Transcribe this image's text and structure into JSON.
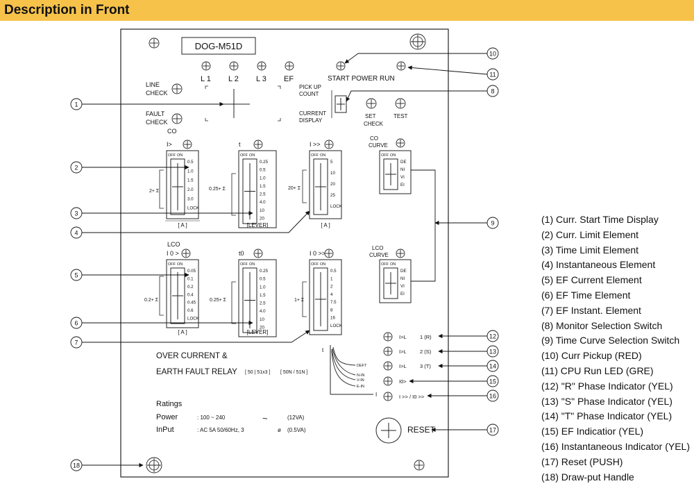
{
  "header": {
    "title": "Description in Front"
  },
  "panel": {
    "model": "DOG-M51D",
    "phases": [
      "L 1",
      "L 2",
      "L 3",
      "EF"
    ],
    "line_check": [
      "LINE",
      "CHECK"
    ],
    "fault_check": [
      "FAULT",
      "CHECK"
    ],
    "pickup_count": [
      "PICK UP",
      "COUNT"
    ],
    "current_display": [
      "CURRENT",
      "DISPLAY"
    ],
    "start_power_run": "START POWER RUN",
    "set_check": [
      "SET",
      "CHECK"
    ],
    "test": "TEST",
    "co": "CO",
    "lco": "LCO",
    "co_curve": [
      "CO",
      "CURVE"
    ],
    "lco_curve": [
      "LCO",
      "CURVE"
    ],
    "off": "OFF",
    "on": "ON",
    "switches": {
      "co_i": {
        "label": "I>",
        "base": "2+ Σ",
        "values": [
          "0.5",
          "1.0",
          "1.5",
          "2.0",
          "3.0",
          "LOCK"
        ],
        "unit": "[ A ]"
      },
      "co_t": {
        "label": "t",
        "base": "0.25+ Σ",
        "values": [
          "0.25",
          "0.5",
          "1.0",
          "1.5",
          "2.5",
          "4.0",
          "10",
          "20"
        ],
        "unit": "[LEVER]"
      },
      "co_inst": {
        "label": "I >>",
        "base": "20+ Σ",
        "values": [
          "5",
          "10",
          "20",
          "25",
          "LOCK"
        ],
        "unit": "[ A ]"
      },
      "co_curve": {
        "values": [
          "DE",
          "NI",
          "VI",
          "EI"
        ]
      },
      "lco_i": {
        "label": "I 0 >",
        "base": "0.2+ Σ",
        "values": [
          "0.05",
          "0.1",
          "0.2",
          "0.4",
          "0.45",
          "0.6",
          "LOCK"
        ],
        "unit": "[ A ]"
      },
      "lco_t": {
        "label": "t0",
        "base": "0.25+ Σ",
        "values": [
          "0.25",
          "0.5",
          "1.0",
          "1.5",
          "2.5",
          "4.0",
          "10",
          "20"
        ],
        "unit": "[LEVER]"
      },
      "lco_inst": {
        "label": "I 0 >>",
        "base": "1+ Σ",
        "values": [
          "0.5",
          "1",
          "2",
          "4",
          "7.5",
          "8",
          "16",
          "LOCK"
        ],
        "unit": ""
      },
      "lco_curve": {
        "values": [
          "DE",
          "NI",
          "VI",
          "EI"
        ]
      }
    },
    "relay_title": [
      "OVER CURRENT &",
      "EARTH FAULT RELAY"
    ],
    "codes": [
      "[ 50 | 51x3 ]",
      "[ 50N / 51N ]"
    ],
    "curve_graph": {
      "y_axis": "t",
      "x_axis": "I",
      "curves": [
        "DEFT",
        "N-IN",
        "V-IN",
        "E-IN"
      ]
    },
    "indicators": [
      {
        "label": "I>L",
        "phase": "1  (R)"
      },
      {
        "label": "I>L",
        "phase": "2  (S)"
      },
      {
        "label": "I>L",
        "phase": "3  (T)"
      },
      {
        "label": "I0>",
        "phase": ""
      },
      {
        "label": "I >> / I0 >>",
        "phase": ""
      }
    ],
    "ratings": {
      "title": "Ratings",
      "power_label": "Power",
      "power_value": ": 100 ~ 240",
      "power_symbol": "~",
      "power_va": "(12VA)",
      "input_label": "InPut",
      "input_value": ": AC 5A 50/60Hz, 3",
      "input_symbol": "ø",
      "input_va": "(0.5VA)"
    },
    "reset": "RESET"
  },
  "callouts": [
    "1",
    "2",
    "3",
    "4",
    "5",
    "6",
    "7",
    "8",
    "9",
    "10",
    "11",
    "12",
    "13",
    "14",
    "15",
    "16",
    "17",
    "18"
  ],
  "legend": [
    "(1) Curr. Start Time Display",
    "(2) Curr. Limit Element",
    "(3) Time Limit Element",
    "(4) Instantaneous Element",
    "(5) EF Current Element",
    "(6) EF Time Element",
    "(7) EF Instant. Element",
    "(8) Monitor Selection Switch",
    "(9) Time Curve Selection Switch",
    "(10) Curr Pickup (RED)",
    "(11) CPU Run LED (GRE)",
    "(12) \"R\" Phase Indicator (YEL)",
    "(13) \"S\" Phase Indicator (YEL)",
    "(14) \"T\" Phase Indicator (YEL)",
    "(15) EF Indicatior (YEL)",
    "(16) Instantaneous Indicator (YEL)",
    "(17) Reset (PUSH)",
    "(18) Draw-put Handle"
  ]
}
